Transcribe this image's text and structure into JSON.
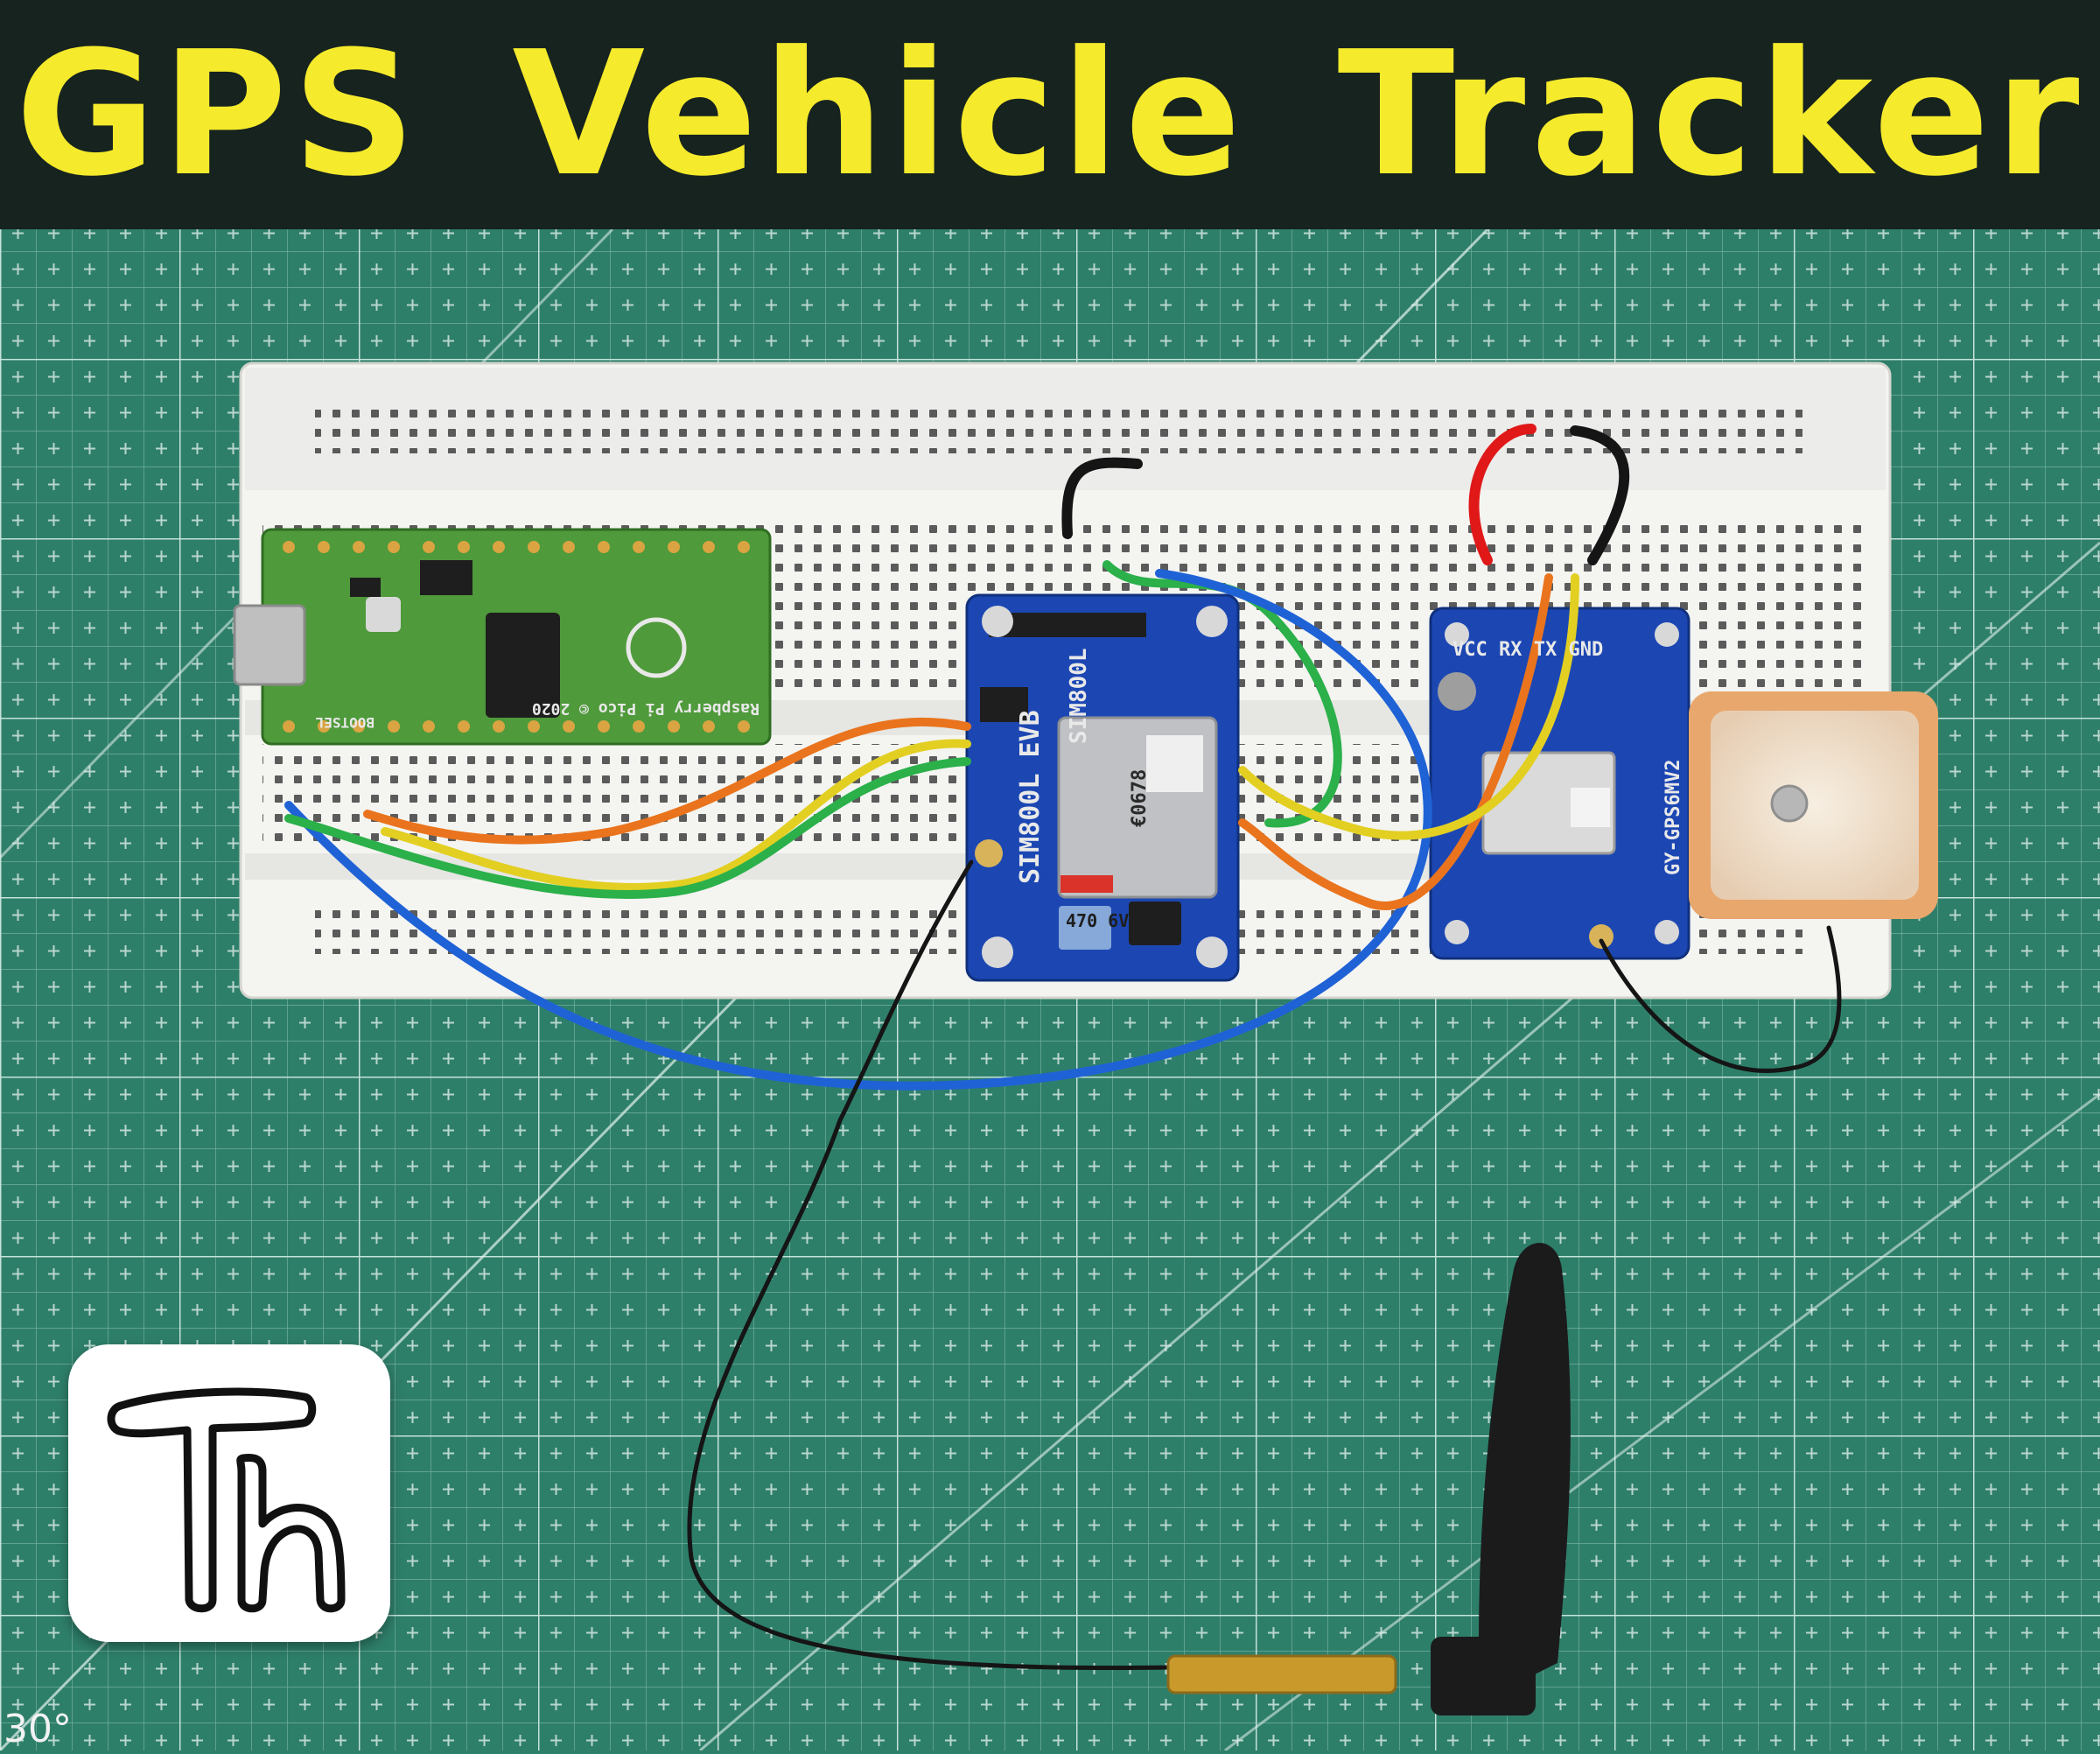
{
  "banner": {
    "title": "GPS Vehicle Tracker",
    "background": "#16231f",
    "text_color": "#f5ea2c"
  },
  "logo": {
    "text": "Th",
    "style": "hand-drawn outlined letters on white rounded square"
  },
  "mat": {
    "color": "#2e7f6a",
    "corner_label": "30°"
  },
  "components": {
    "pico_label": "Raspberry Pi Pico © 2020",
    "pico_button": "BOOTSEL",
    "gsm_board": "SIM800L EVB",
    "gsm_chip": "SIM800L",
    "gsm_cap": "470 6V",
    "gsm_ce": "€0678",
    "gps_board": "GY-GPS6MV2",
    "gps_pins": "VCC RX TX GND"
  },
  "wire_colors": {
    "red": "#e01818",
    "black": "#151515",
    "green": "#2bb04a",
    "blue": "#1f62d6",
    "orange": "#e9741d",
    "yellow": "#e2cf22",
    "pcb_blue": "#1c47b3",
    "pico_green": "#4f9a3b"
  },
  "icons": [
    "cutting-mat-grid",
    "breadboard",
    "pico-board",
    "gsm-module",
    "gps-module",
    "gps-patch-antenna",
    "gsm-antenna"
  ]
}
